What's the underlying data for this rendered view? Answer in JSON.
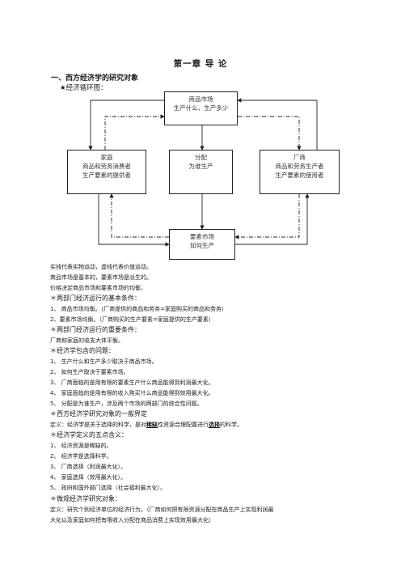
{
  "doc": {
    "title": "第一章  导  论",
    "section1": "一、西方经济学的研究对象",
    "circ_label": "★经济循环图："
  },
  "diagram": {
    "market": [
      "商品市场",
      "生产什么，生产多少"
    ],
    "household": [
      "家庭",
      "商品和劳务消费者",
      "生产要素的提供者"
    ],
    "distribution": [
      "分配",
      "为谁生产"
    ],
    "firm": [
      "厂商",
      "商品和劳务生产者",
      "生产要素的使用者"
    ],
    "factor": [
      "要素市场",
      "如何生产"
    ]
  },
  "lines": [
    "实线代表实物运动，虚线代表价值运动。",
    "商品市场是基本的，要素市场是派生的。",
    "价格决定商品市场和要素市场的均衡。",
    "＊两部门经济运行的基本条件：",
    "1、 商品市场均衡。（厂商提供的商品和劳务=家庭购买的商品和劳务）",
    "2、要素市场均衡。（厂商购买的生产要素=家庭提供的生产要素）",
    "＊两部门经济运行的重要条件：",
    "厂商和家庭的收支大体平衡。",
    "＊经济学包含的问题：",
    "1、 生产什么和生产多少取决于商品市场。",
    "2、 如何生产取决于要素市场。",
    "3、 厂商面临的是用有限的要素生产什么商品能得到利润最大化。",
    "4、 家庭面临的是用有限的收入购买什么商品能得到效用最大化。",
    "5、 分配是为谁生产，涉及两个市场的两部门的综合性问题。",
    "＊西方经济学研究对象的一般界定",
    "",
    "＊经济学定义的五点含义：",
    "1、 经济资源是稀缺的。",
    "2、 经济学是选择科学。",
    "3、 厂商选择（利润最大化）。",
    "4、 家庭选择（效用最大化）。",
    "5、 政府和国外部门选择（社会福利最大化）。",
    "＊微观经济学研究对象：",
    "定义：研究个别经济单位的经济行为。（厂商如何把有限资源分配在商品生产上实现利润最",
    "大化以及家庭如何把有限收入分配在商品消费上实现效用最大化）"
  ],
  "definition": {
    "a": "定义：经济学是关于选择的科学，是对",
    "b": "稀缺",
    "c": "性资源合理配置进行",
    "d": "选择",
    "e": "的科学。"
  }
}
